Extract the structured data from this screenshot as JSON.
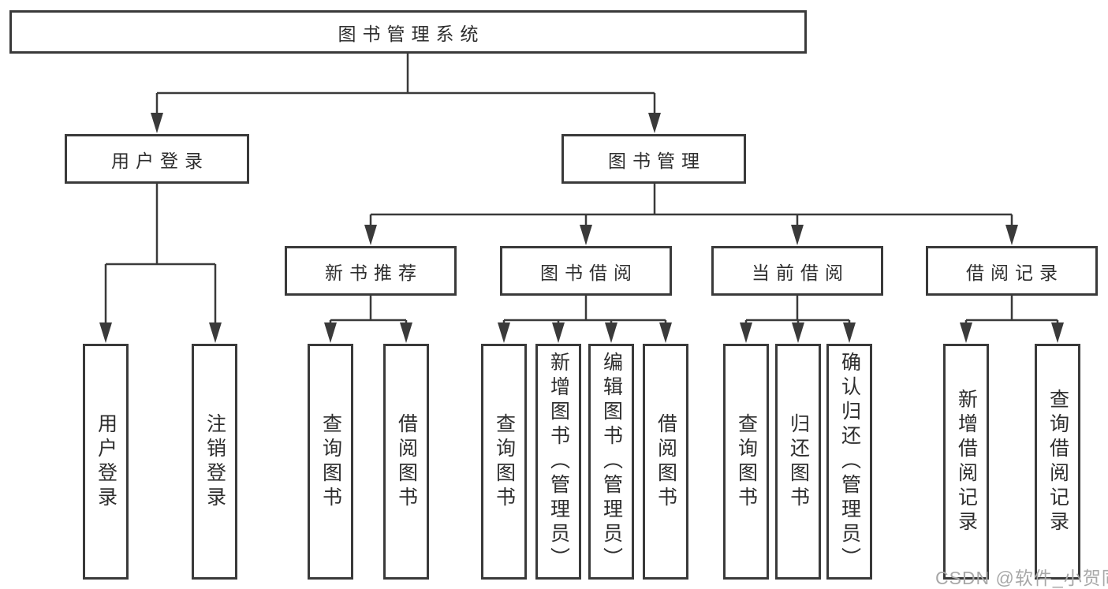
{
  "diagram": {
    "root": {
      "label": "图书管理系统"
    },
    "children": [
      {
        "label": "用户登录",
        "children": [
          {
            "label": "用户登录"
          },
          {
            "label": "注销登录"
          }
        ]
      },
      {
        "label": "图书管理",
        "children": [
          {
            "label": "新书推荐",
            "children": [
              {
                "label": "查询图书"
              },
              {
                "label": "借阅图书"
              }
            ]
          },
          {
            "label": "图书借阅",
            "children": [
              {
                "label": "查询图书"
              },
              {
                "label": "新增图书（管理员）"
              },
              {
                "label": "编辑图书（管理员）"
              },
              {
                "label": "借阅图书"
              }
            ]
          },
          {
            "label": "当前借阅",
            "children": [
              {
                "label": "查询图书"
              },
              {
                "label": "归还图书"
              },
              {
                "label": "确认归还（管理员）"
              }
            ]
          },
          {
            "label": "借阅记录",
            "children": [
              {
                "label": "新增借阅记录"
              },
              {
                "label": "查询借阅记录"
              }
            ]
          }
        ]
      }
    ]
  },
  "watermark": "CSDN @软件_小贺同学",
  "colors": {
    "line": "#3a3a3a",
    "border": "#3a3a3a",
    "text": "#2e2e2e",
    "watermark": "#a8a8a8",
    "background": "#ffffff"
  }
}
